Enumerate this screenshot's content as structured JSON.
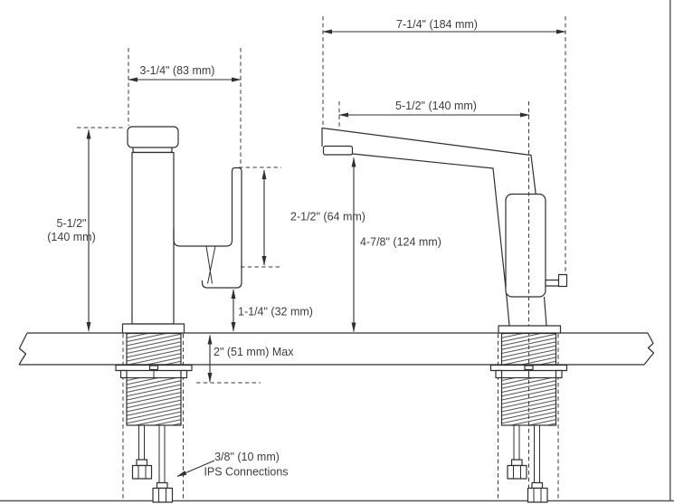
{
  "page": {
    "background": "#ffffff",
    "line_color": "#2f2f2f",
    "dash_color": "#3a3a3a",
    "text_color": "#3d3d3d"
  },
  "drawing": {
    "type": "faucet-installation-dimension-drawing",
    "views": {
      "left": "front-view",
      "right": "side-view"
    }
  },
  "dimensions": {
    "overall_depth": "7-1/4\" (184 mm)",
    "spout_reach": "5-1/2\" (140 mm)",
    "overall_width": "3-1/4\" (83 mm)",
    "body_height_in": "5-1/2\"",
    "body_height_mm": "(140 mm)",
    "handle_length": "2-1/2\" (64 mm)",
    "spout_height": "4-7/8\" (124 mm)",
    "handle_clearance": "1-1/4\" (32 mm)",
    "max_deck_thickness": "2\" (51 mm) Max",
    "supply_size": "3/8\" (10 mm)",
    "supply_type": "IPS Connections"
  }
}
